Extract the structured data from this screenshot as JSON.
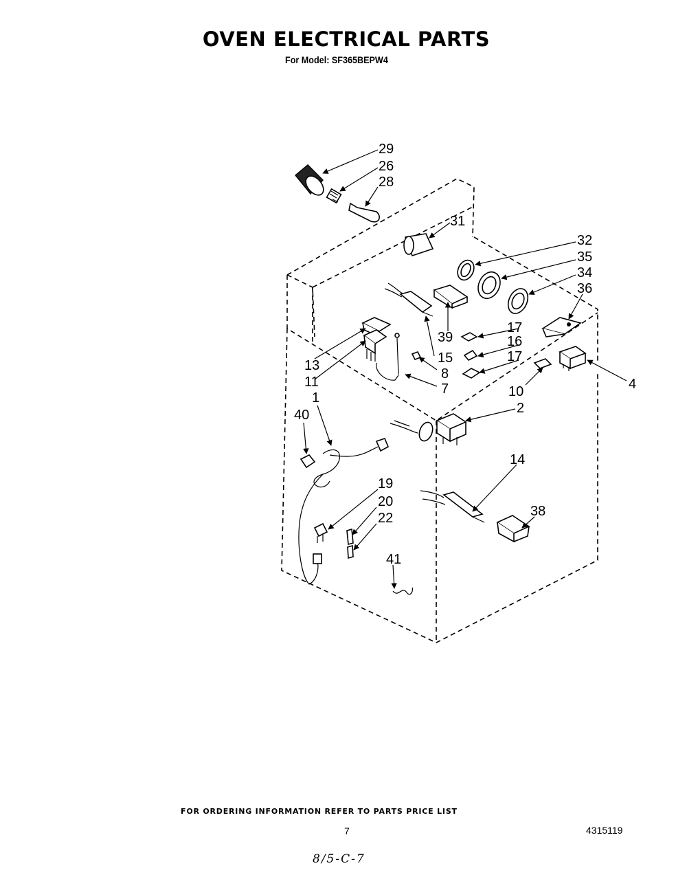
{
  "header": {
    "title": "OVEN ELECTRICAL PARTS",
    "model_line": "For Model: SF365BEPW4"
  },
  "callouts": [
    "29",
    "26",
    "28",
    "31",
    "32",
    "35",
    "34",
    "36",
    "13",
    "11",
    "15",
    "39",
    "17",
    "16",
    "17",
    "8",
    "7",
    "1",
    "40",
    "10",
    "4",
    "2",
    "19",
    "20",
    "22",
    "14",
    "38",
    "41"
  ],
  "footer": {
    "ordering_note": "FOR ORDERING INFORMATION REFER TO PARTS PRICE LIST",
    "page_number": "7",
    "document_number": "4315119",
    "handwritten_note": "8/5-C-7"
  }
}
